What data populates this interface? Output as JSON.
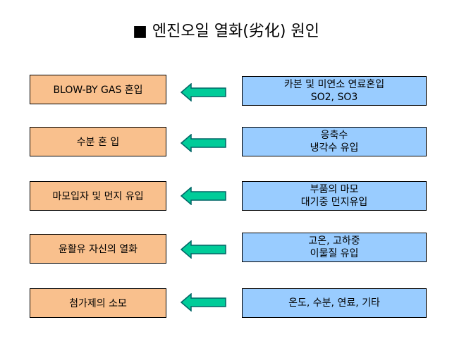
{
  "title": "■ 엔진오일 열화(劣化) 원인",
  "colors": {
    "cause_fill": "#f9c08d",
    "detail_fill": "#99ccff",
    "arrow_fill": "#00cc99",
    "arrow_stroke": "#006666"
  },
  "rows": [
    {
      "cause": "BLOW-BY GAS 혼입",
      "detail_lines": [
        "카본 및 미연소 연료혼입",
        "SO2, SO3"
      ]
    },
    {
      "cause": "수분 혼 입",
      "detail_lines": [
        "응축수",
        "냉각수 유입"
      ]
    },
    {
      "cause": "마모입자 및 먼지 유입",
      "detail_lines": [
        "부품의 마모",
        "대기중 먼지유입"
      ]
    },
    {
      "cause": "윤활유 자신의 열화",
      "detail_lines": [
        "고온, 고하중",
        "이물질 유입"
      ]
    },
    {
      "cause": "첨가제의 소모",
      "detail_lines": [
        "온도, 수분, 연료, 기타"
      ]
    }
  ]
}
